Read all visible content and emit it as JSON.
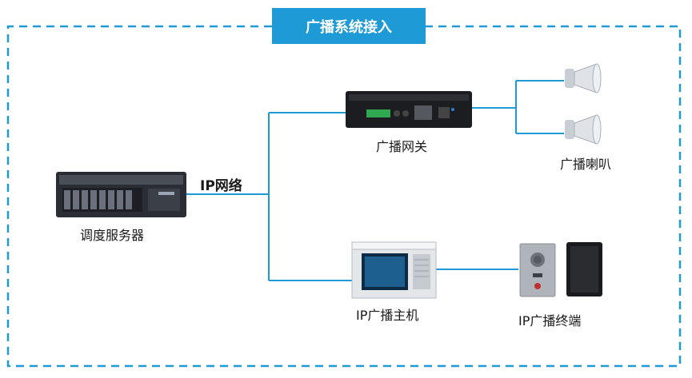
{
  "title": "广播系统接入",
  "network_label": "IP网络",
  "nodes": {
    "server": "调度服务器",
    "gateway": "广播网关",
    "speakers": "广播喇叭",
    "host": "IP广播主机",
    "terminal": "IP广播终端"
  },
  "colors": {
    "frame": "#1e9ad6",
    "link": "#1e9ad6",
    "title_bg": "#1e9ad6"
  },
  "icons": [
    "server-icon",
    "gateway-device-icon",
    "horn-speaker-icon",
    "broadcast-host-icon",
    "intercom-terminal-icon",
    "cabinet-speaker-icon"
  ]
}
